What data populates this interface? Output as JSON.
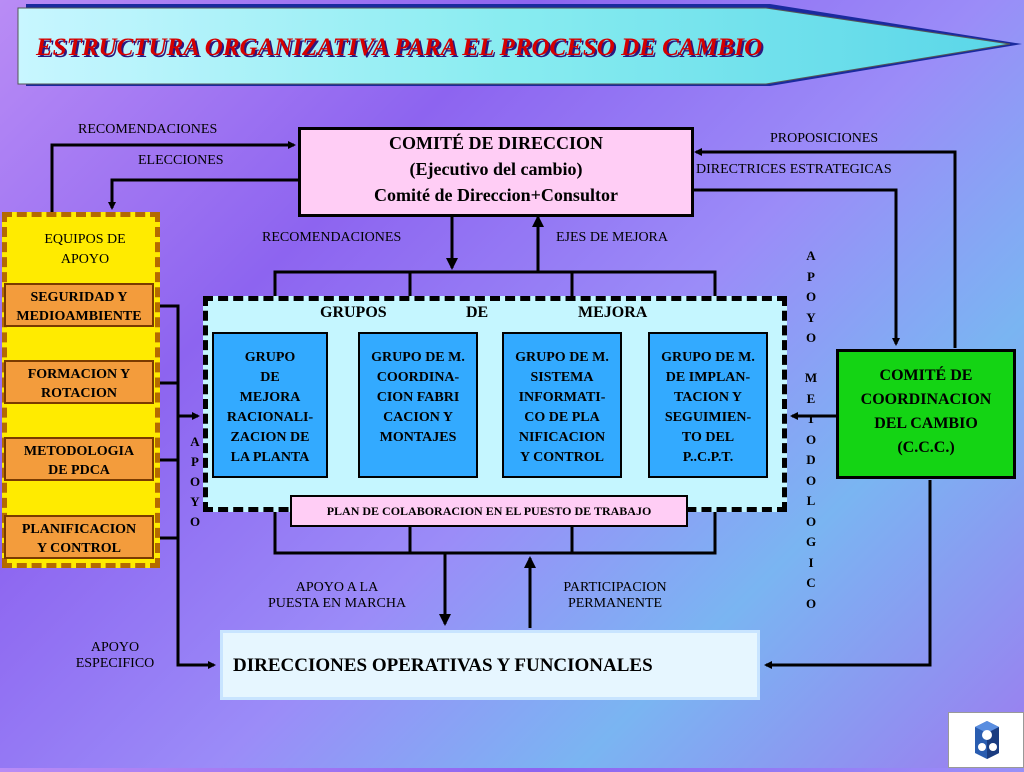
{
  "title": "ESTRUCTURA ORGANIZATIVA PARA EL PROCESO DE CAMBIO",
  "comite_direccion": {
    "line1": "COMITÉ DE DIRECCION",
    "line2": "(Ejecutivo del cambio)",
    "line3": "Comité de Direccion+Consultor"
  },
  "labels": {
    "recomendaciones_top": "RECOMENDACIONES",
    "elecciones": "ELECCIONES",
    "proposiciones": "PROPOSICIONES",
    "directrices": "DIRECTRICES ESTRATEGICAS",
    "recomendaciones_mid": "RECOMENDACIONES",
    "ejes_mejora": "EJES DE MEJORA",
    "apoyo_puesta_1": "APOYO A LA",
    "apoyo_puesta_2": "PUESTA EN MARCHA",
    "participacion_1": "PARTICIPACION",
    "participacion_2": "PERMANENTE",
    "apoyo_especifico_1": "APOYO",
    "apoyo_especifico_2": "ESPECIFICO"
  },
  "equipos": {
    "title_1": "EQUIPOS DE",
    "title_2": "APOYO",
    "items": [
      {
        "line1": "SEGURIDAD Y",
        "line2": "MEDIOAMBIENTE"
      },
      {
        "line1": "FORMACION  Y",
        "line2": "ROTACION"
      },
      {
        "line1": "METODOLOGIA",
        "line2": "DE  PDCA"
      },
      {
        "line1": "PLANIFICACION",
        "line2": "Y CONTROL"
      }
    ]
  },
  "grupos_header": {
    "w1": "GRUPOS",
    "w2": "DE",
    "w3": "MEJORA"
  },
  "grupos": [
    {
      "lines": [
        "GRUPO",
        "DE",
        "MEJORA",
        "RACIONALI-",
        "ZACION DE",
        "LA PLANTA"
      ]
    },
    {
      "lines": [
        "GRUPO DE M.",
        "COORDINA-",
        "CION FABRI",
        "CACION Y",
        "MONTAJES"
      ]
    },
    {
      "lines": [
        "GRUPO DE M.",
        "SISTEMA",
        "INFORMATI-",
        "CO DE PLA",
        "NIFICACION",
        "Y CONTROL"
      ]
    },
    {
      "lines": [
        "GRUPO DE M.",
        "DE IMPLAN-",
        "TACION  Y",
        "SEGUIMIEN-",
        "TO DEL",
        "P..C.P.T."
      ]
    }
  ],
  "plan": "PLAN DE COLABORACION EN EL PUESTO DE TRABAJO",
  "apoyo_vertical_left": [
    "A",
    "P",
    "O",
    "Y",
    "O"
  ],
  "apoyo_vertical_right": [
    "A",
    "P",
    "O",
    "Y",
    "O"
  ],
  "metodologico_vertical": [
    "M",
    "E",
    "T",
    "O",
    "D",
    "O",
    "L",
    "O",
    "G",
    "I",
    "C",
    "O"
  ],
  "ccc": {
    "line1": "COMITÉ DE",
    "line2": "COORDINACION",
    "line3": "DEL CAMBIO",
    "line4": "(C.C.C.)"
  },
  "direcciones": "DIRECCIONES OPERATIVAS Y FUNCIONALES",
  "colors": {
    "title": "#d40000",
    "ccc": "#14d414",
    "equipos": "#ffeb00",
    "side_box": "#f39c3c",
    "grupo_box": "#33aaff",
    "pink": "#ffcdf5"
  }
}
